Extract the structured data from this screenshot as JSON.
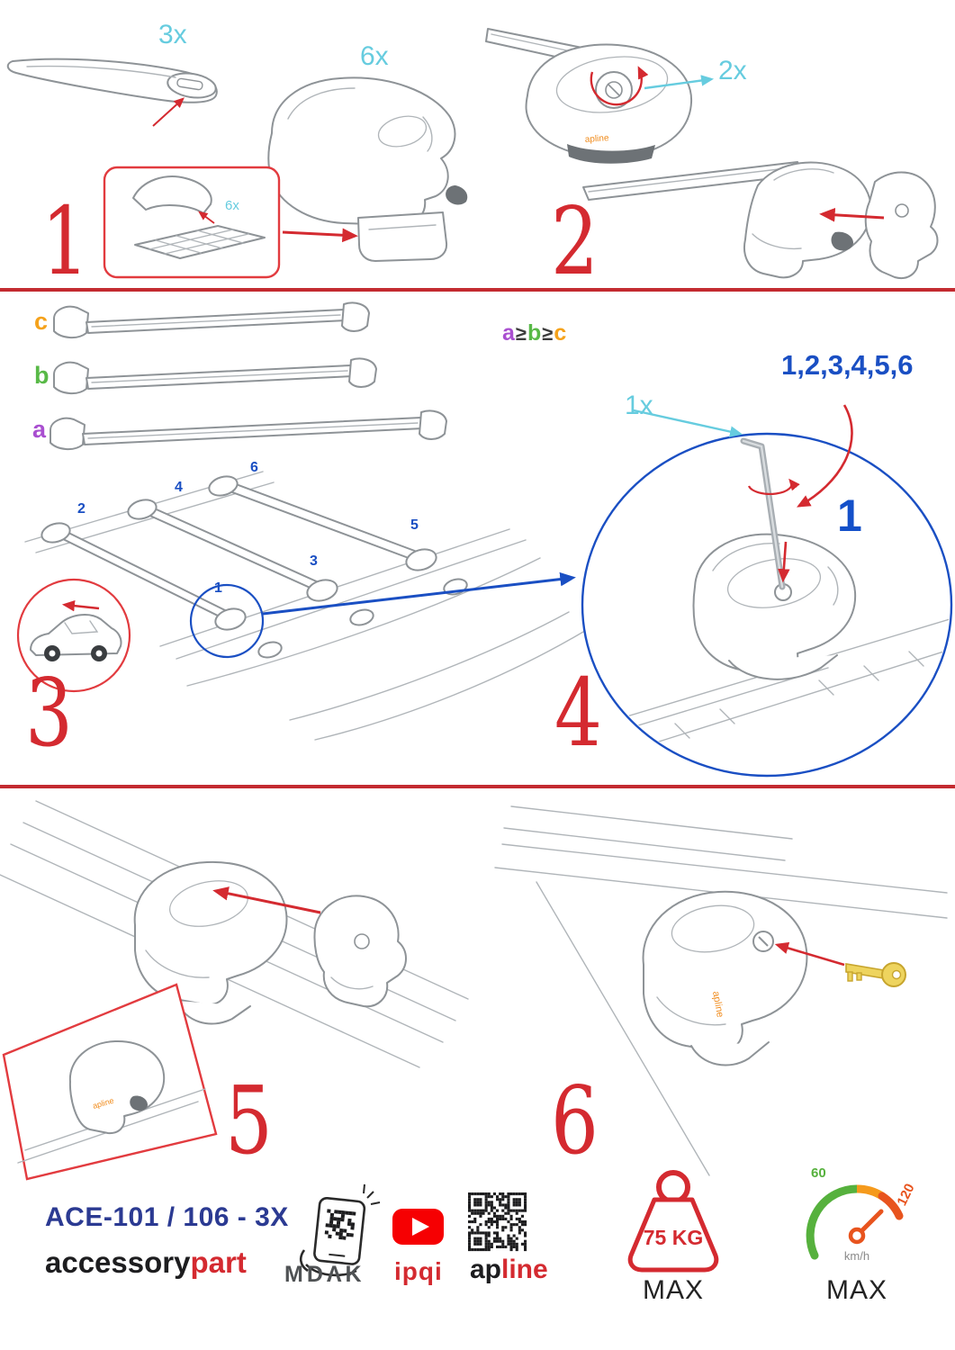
{
  "steps": {
    "one": {
      "number": "1",
      "bar_qty": "3x",
      "foot_qty": "6x",
      "pad_qty": "6x"
    },
    "two": {
      "number": "2",
      "cover_qty": "2x"
    },
    "three": {
      "number": "3",
      "labels": {
        "a": "a",
        "b": "b",
        "c": "c"
      },
      "rule": {
        "a": "a",
        "ge1": "≥",
        "b": "b",
        "ge2": "≥",
        "c": "c"
      },
      "positions": {
        "p1": "1",
        "p2": "2",
        "p3": "3",
        "p4": "4",
        "p5": "5",
        "p6": "6"
      }
    },
    "four": {
      "number": "4",
      "tool_qty": "1x",
      "sequence": "1,2,3,4,5,6",
      "first": "1"
    },
    "five": {
      "number": "5"
    },
    "six": {
      "number": "6"
    }
  },
  "branding": {
    "model": "ACE-101 / 106 - 3X",
    "accessory": "accessory",
    "part": "part",
    "mdak": "MDΛK",
    "ipqi": "ipqi",
    "apline_black": "ap",
    "apline_red": "line",
    "foot_logo": "apline"
  },
  "limits": {
    "weight": "75 KG",
    "weight_max": "MAX",
    "speed_low": "60",
    "speed_high": "120",
    "speed_unit": "km/h",
    "speed_max": "MAX"
  },
  "colors": {
    "red": "#d42a30",
    "cyan": "#66ccdf",
    "blue": "#1a4fc3",
    "navy": "#2b3a92",
    "orange": "#f5a21b",
    "green": "#58b947",
    "purple": "#a94fd0"
  }
}
